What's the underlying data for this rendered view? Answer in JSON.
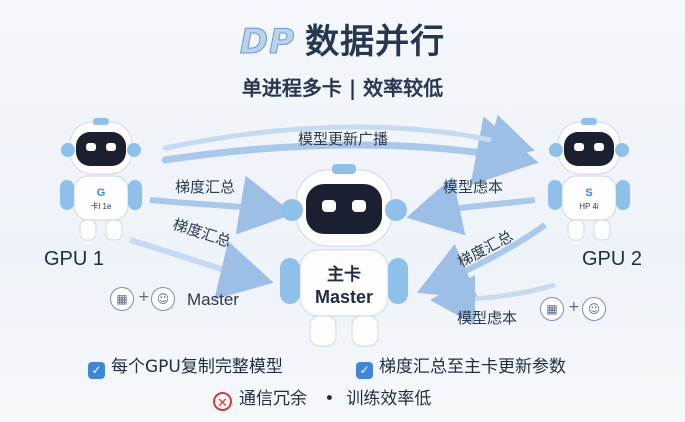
{
  "title": {
    "prefix": "DP",
    "main": "数据并行"
  },
  "subtitle": "单进程多卡 | 效率较低",
  "nodes": {
    "gpu1": {
      "label": "GPU 1",
      "badge_lines": [
        "G",
        "卡l 1e"
      ]
    },
    "gpu2": {
      "label": "GPU 2",
      "badge_lines": [
        "S",
        "HP 4i"
      ]
    },
    "master": {
      "label_line1": "主卡",
      "label_line2": "Master"
    }
  },
  "arrows": {
    "broadcast": "模型更新广播",
    "grad_sum_left_top": "梯度汇总",
    "grad_sum_left_diag": "梯度汇总",
    "copy_right_top": "模型虑本",
    "grad_sum_right_diag": "梯度汇总",
    "copy_right_bottom": "模型虑本"
  },
  "legend_left": {
    "text": "Master"
  },
  "features": {
    "check1": "每个GPU复制完整模型",
    "check2": "梯度汇总至主卡更新参数",
    "drawback_part1": "通信冗余",
    "separator": "•",
    "drawback_part2": "训练效率低"
  },
  "colors": {
    "accent": "#3f86d6",
    "robot_blue": "#8fc0ea",
    "arrow": "#a9c8ea",
    "danger": "#d43a3a"
  }
}
